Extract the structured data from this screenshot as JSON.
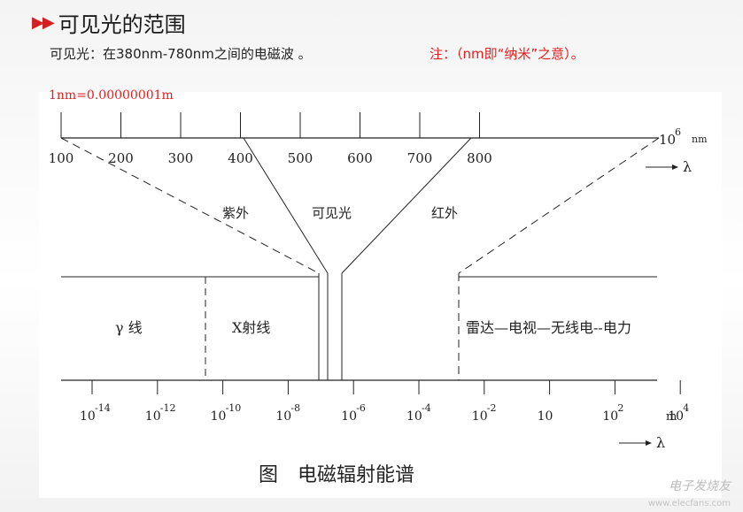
{
  "slide": {
    "title": "可见光的范围",
    "bullet_icon": "double-triangle-bullet-icon",
    "definition": "可见光：在380nm-780nm之间的电磁波 。",
    "note": "注：（nm即“纳米”之意）。",
    "conversion": "1nm=0.00000001m"
  },
  "diagram": {
    "nm_ticks": [
      "100",
      "200",
      "300",
      "400",
      "500",
      "600",
      "700",
      "800"
    ],
    "nm_end_label": "10",
    "nm_end_exp": "6",
    "nm_unit": "nm",
    "lambda_symbol": "λ",
    "uv_label": "紫外",
    "visible_label": "可见光",
    "ir_label": "红外",
    "gamma_label": "γ 线",
    "xray_label": "X射线",
    "radio_label": "雷达—电视—无线电--电力",
    "m_ticks": [
      {
        "base": "10",
        "exp": "-14"
      },
      {
        "base": "10",
        "exp": "-12"
      },
      {
        "base": "10",
        "exp": "-10"
      },
      {
        "base": "10",
        "exp": "-8"
      },
      {
        "base": "10",
        "exp": "-6"
      },
      {
        "base": "10",
        "exp": "-4"
      },
      {
        "base": "10",
        "exp": "-2"
      },
      {
        "base": "10",
        "exp": ""
      },
      {
        "base": "10",
        "exp": "2"
      },
      {
        "base": "10",
        "exp": "4"
      }
    ],
    "m_unit": "m",
    "caption": "图　电磁辐射能谱"
  },
  "watermark": {
    "text": "电子发烧友",
    "url": "www.elecfans.com"
  }
}
